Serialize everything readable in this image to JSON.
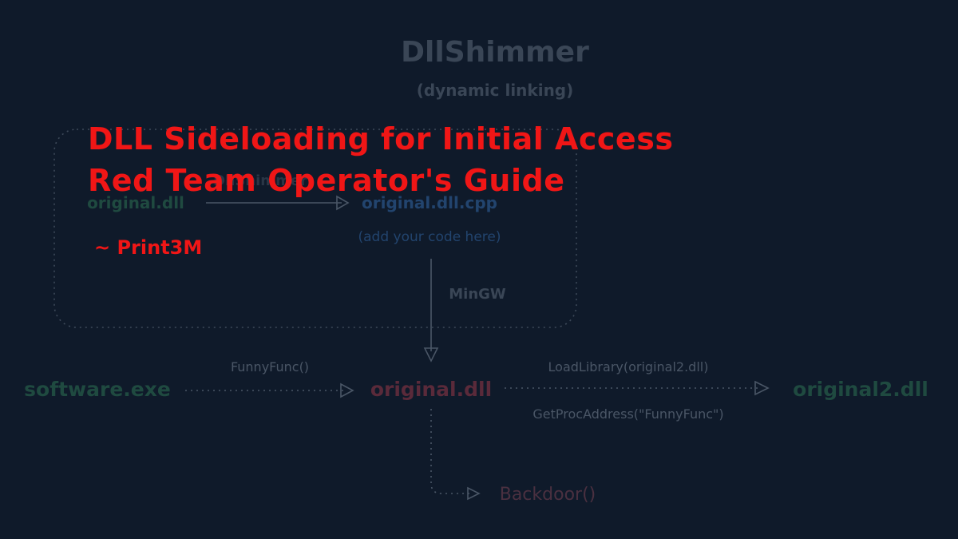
{
  "diagram": {
    "title": "DllShimmer",
    "subtitle": "(dynamic linking)",
    "box_overlap_label": "DllShimmer",
    "nodes": {
      "input_dll": "original.dll",
      "cpp_file": "original.dll.cpp",
      "cpp_note": "(add your code here)",
      "compiler": "MinGW",
      "exe": "software.exe",
      "proxy_dll": "original.dll",
      "renamed_dll": "original2.dll",
      "backdoor": "Backdoor()"
    },
    "edges": {
      "exe_to_proxy": "FunnyFunc()",
      "proxy_to_renamed_top": "LoadLibrary(original2.dll)",
      "proxy_to_renamed_bottom": "GetProcAddress(\"FunnyFunc\")"
    },
    "colors": {
      "background": "#0f1a2a",
      "title": "#3a4656",
      "exe": "#1f4a40",
      "proxy": "#5a2a3a",
      "cpp": "#22446e",
      "edge": "#4a5666",
      "box": "#3e4a5a"
    }
  },
  "overlay": {
    "headline_line1": "DLL Sideloading for Initial Access",
    "headline_line2": "Red Team Operator's Guide",
    "author": "~ Print3M",
    "color": "#f01616"
  }
}
